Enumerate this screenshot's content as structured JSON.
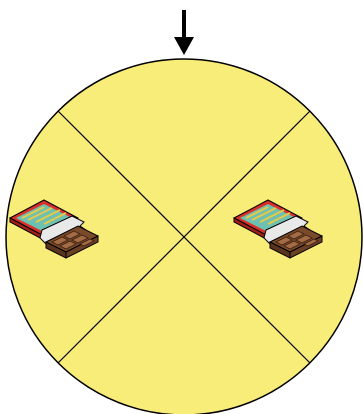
{
  "spinner": {
    "fill_color": "#f9ed79",
    "stroke_color": "#000000",
    "pointer": {
      "icon": "arrow-down-icon"
    },
    "sections": [
      {
        "position": "top",
        "item": null
      },
      {
        "position": "right",
        "item": "chocolate-bar-icon"
      },
      {
        "position": "bottom",
        "item": null
      },
      {
        "position": "left",
        "item": "chocolate-bar-icon"
      }
    ]
  },
  "chocolate_bar": {
    "wrapper_color": "#d9302a",
    "wrapper_stripe_color": "#6dc1b0",
    "foil_color": "#e9e9e9",
    "chocolate_color": "#7a4a2a",
    "chocolate_highlight": "#a36b45"
  }
}
